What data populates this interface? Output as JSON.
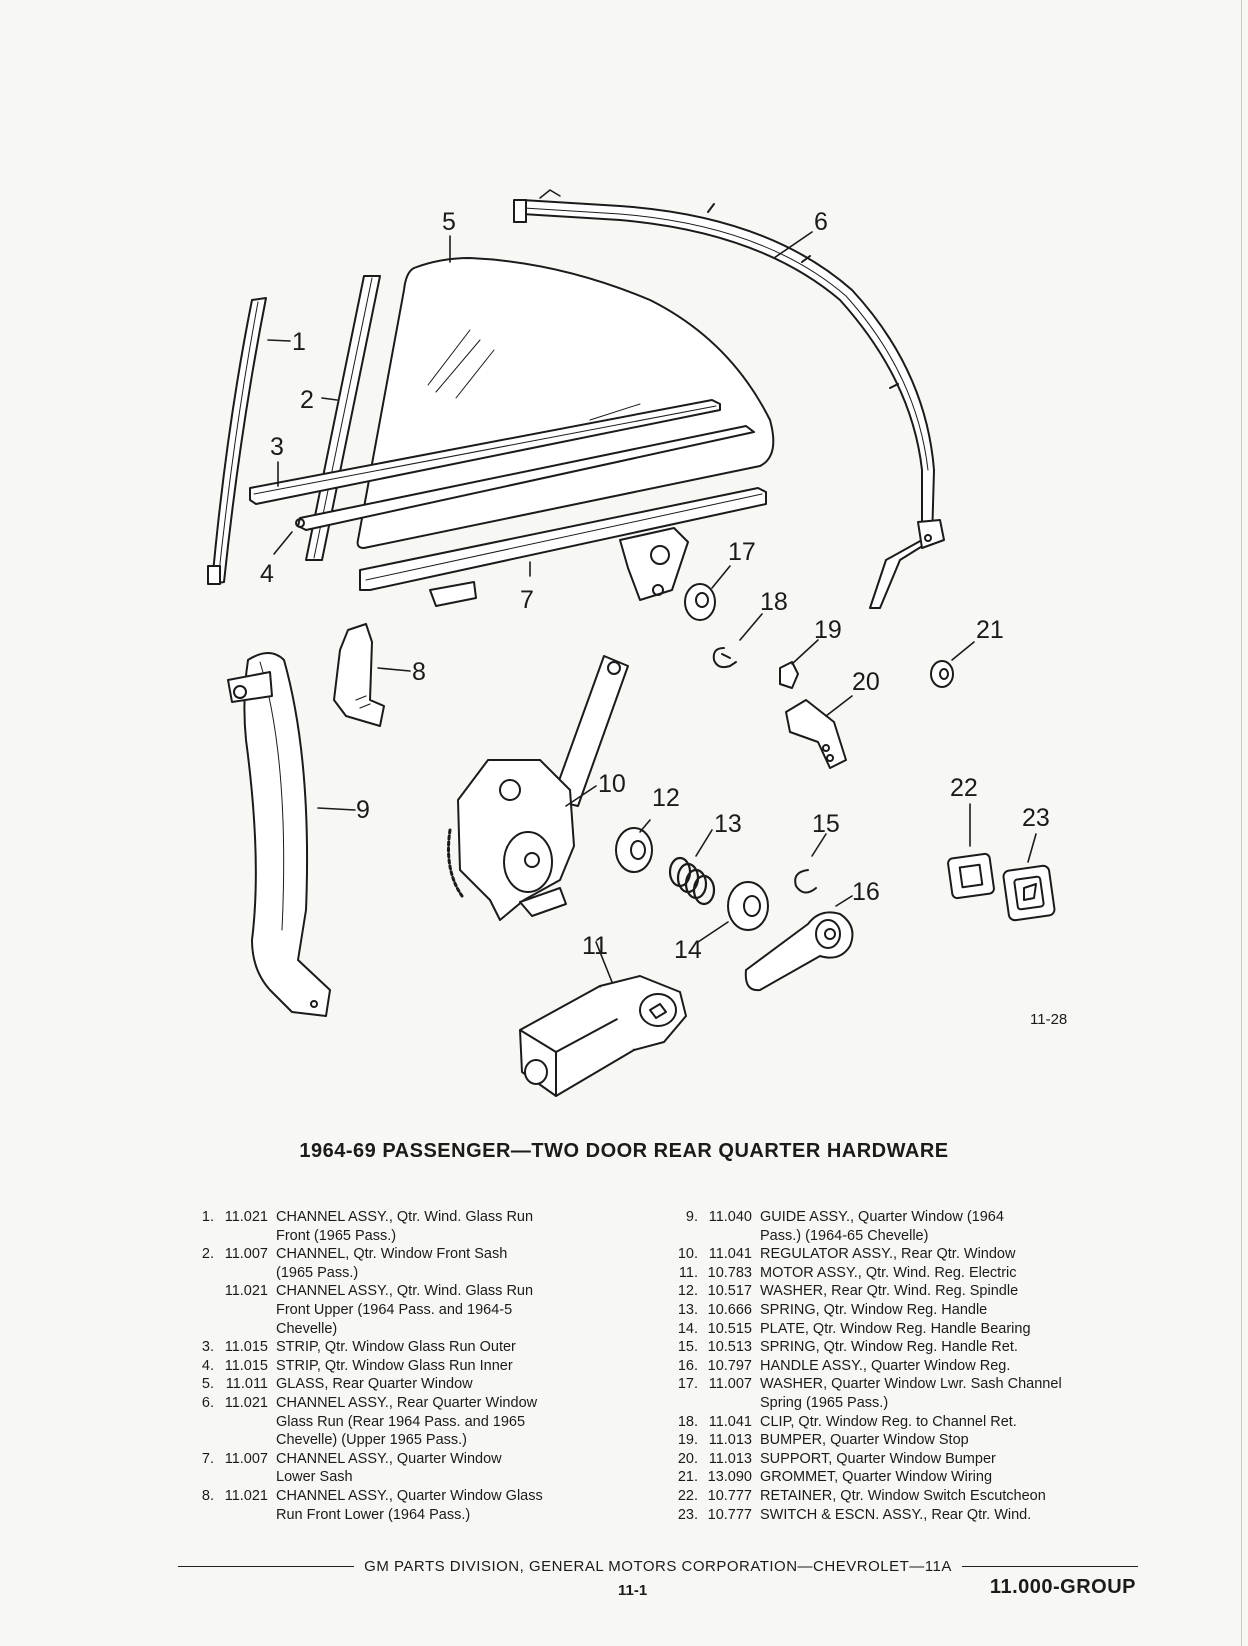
{
  "figure_number": "11-28",
  "callouts": [
    "1",
    "2",
    "3",
    "4",
    "5",
    "6",
    "7",
    "8",
    "9",
    "10",
    "11",
    "12",
    "13",
    "14",
    "15",
    "16",
    "17",
    "18",
    "19",
    "20",
    "21",
    "22",
    "23"
  ],
  "title": "1964-69 PASSENGER—TWO DOOR REAR QUARTER HARDWARE",
  "parts_left": [
    {
      "no": "1.",
      "group": "11.021",
      "desc": "CHANNEL ASSY., Qtr. Wind. Glass Run"
    },
    {
      "no": "",
      "group": "",
      "desc": "Front (1965 Pass.)"
    },
    {
      "no": "2.",
      "group": "11.007",
      "desc": "CHANNEL, Qtr. Window Front Sash"
    },
    {
      "no": "",
      "group": "",
      "desc": "(1965 Pass.)"
    },
    {
      "no": "",
      "group": "11.021",
      "desc": "CHANNEL ASSY., Qtr. Wind. Glass Run"
    },
    {
      "no": "",
      "group": "",
      "desc": "Front Upper (1964 Pass. and 1964-5"
    },
    {
      "no": "",
      "group": "",
      "desc": "Chevelle)"
    },
    {
      "no": "3.",
      "group": "11.015",
      "desc": "STRIP, Qtr. Window Glass Run Outer"
    },
    {
      "no": "4.",
      "group": "11.015",
      "desc": "STRIP, Qtr. Window Glass Run Inner"
    },
    {
      "no": "5.",
      "group": "11.011",
      "desc": "GLASS, Rear Quarter Window"
    },
    {
      "no": "6.",
      "group": "11.021",
      "desc": "CHANNEL ASSY., Rear Quarter Window"
    },
    {
      "no": "",
      "group": "",
      "desc": "Glass Run (Rear 1964 Pass. and 1965"
    },
    {
      "no": "",
      "group": "",
      "desc": "Chevelle) (Upper 1965 Pass.)"
    },
    {
      "no": "7.",
      "group": "11.007",
      "desc": "CHANNEL ASSY., Quarter Window"
    },
    {
      "no": "",
      "group": "",
      "desc": "Lower Sash"
    },
    {
      "no": "8.",
      "group": "11.021",
      "desc": "CHANNEL ASSY., Quarter Window Glass"
    },
    {
      "no": "",
      "group": "",
      "desc": "Run Front Lower (1964 Pass.)"
    }
  ],
  "parts_right": [
    {
      "no": "9.",
      "group": "11.040",
      "desc": "GUIDE ASSY., Quarter Window (1964"
    },
    {
      "no": "",
      "group": "",
      "desc": "Pass.) (1964-65 Chevelle)"
    },
    {
      "no": "10.",
      "group": "11.041",
      "desc": "REGULATOR ASSY., Rear Qtr. Window"
    },
    {
      "no": "11.",
      "group": "10.783",
      "desc": "MOTOR ASSY., Qtr. Wind. Reg. Electric"
    },
    {
      "no": "12.",
      "group": "10.517",
      "desc": "WASHER, Rear Qtr. Wind. Reg. Spindle"
    },
    {
      "no": "13.",
      "group": "10.666",
      "desc": "SPRING, Qtr. Window Reg. Handle"
    },
    {
      "no": "14.",
      "group": "10.515",
      "desc": "PLATE, Qtr. Window Reg. Handle Bearing"
    },
    {
      "no": "15.",
      "group": "10.513",
      "desc": "SPRING, Qtr. Window Reg. Handle Ret."
    },
    {
      "no": "16.",
      "group": "10.797",
      "desc": "HANDLE ASSY., Quarter Window Reg."
    },
    {
      "no": "17.",
      "group": "11.007",
      "desc": "WASHER, Quarter Window Lwr. Sash Channel"
    },
    {
      "no": "",
      "group": "",
      "desc": "Spring (1965 Pass.)"
    },
    {
      "no": "18.",
      "group": "11.041",
      "desc": "CLIP, Qtr. Window Reg. to Channel Ret."
    },
    {
      "no": "19.",
      "group": "11.013",
      "desc": "BUMPER, Quarter Window Stop"
    },
    {
      "no": "20.",
      "group": "11.013",
      "desc": "SUPPORT, Quarter Window Bumper"
    },
    {
      "no": "21.",
      "group": "13.090",
      "desc": "GROMMET, Quarter Window Wiring"
    },
    {
      "no": "22.",
      "group": "10.777",
      "desc": "RETAINER, Qtr. Window Switch Escutcheon"
    },
    {
      "no": "23.",
      "group": "10.777",
      "desc": "SWITCH & ESCN. ASSY., Rear Qtr. Wind."
    }
  ],
  "footer": {
    "text": "GM PARTS DIVISION, GENERAL MOTORS CORPORATION—CHEVROLET—11A",
    "page": "11-1",
    "group": "11.000-GROUP"
  }
}
